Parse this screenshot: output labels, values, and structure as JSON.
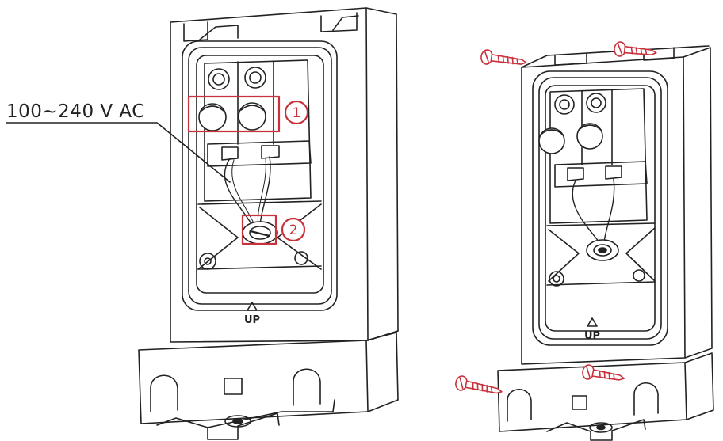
{
  "labels": {
    "voltage": "100~240 V AC",
    "callout_1": "1",
    "callout_2": "2",
    "up_mark": "UP"
  },
  "colors": {
    "outline": "#222222",
    "highlight": "#c8323c",
    "background": "#ffffff"
  },
  "icons": {
    "screw": "screw-icon",
    "up_arrow": "triangle-up-icon"
  },
  "screw_count": 4
}
